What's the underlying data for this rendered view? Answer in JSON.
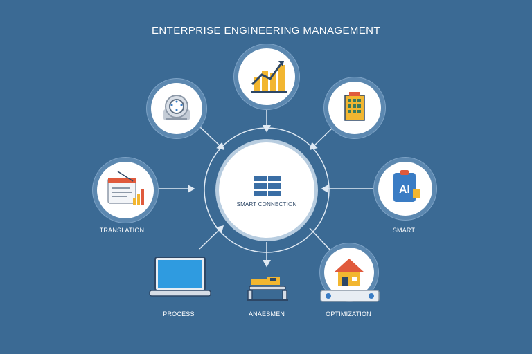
{
  "title": "ENTERPRISE ENGINEERING MANAGEMENT",
  "hub": {
    "label": "SMART CONNECTION"
  },
  "labels": {
    "translation": "TRANSLATION",
    "smart": "SMART",
    "process": "PROCESS",
    "assessment": "ANAESMEN",
    "optimization": "OPTIMIZATION"
  },
  "icons": {
    "top": "bar-chart-icon",
    "top_left": "gauge-icon",
    "top_right": "building-icon",
    "left": "document-chart-icon",
    "right": "ai-clipboard-icon",
    "bottom_left": "laptop-icon",
    "bottom": "truck-icon",
    "bottom_right": "house-icon",
    "hub": "server-icon"
  },
  "ai_badge": "AI",
  "colors": {
    "background": "#3b6a94",
    "accent_yellow": "#f2b630",
    "accent_red": "#e05a3c",
    "accent_blue": "#3a7cc4"
  }
}
